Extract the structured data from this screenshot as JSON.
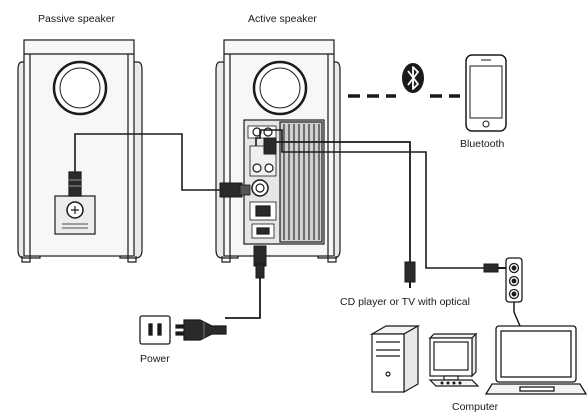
{
  "labels": {
    "passive_speaker": "Passive speaker",
    "active_speaker": "Active speaker",
    "bluetooth": "Bluetooth",
    "cd_player": "CD player or TV with optical",
    "power": "Power",
    "computer": "Computer"
  },
  "icons": {
    "bluetooth": "bluetooth-icon",
    "phone": "smartphone-icon",
    "power_outlet": "power-outlet-icon",
    "power_plug": "power-plug-icon",
    "computer": "desktop-computer-icon",
    "laptop": "laptop-icon"
  },
  "colors": {
    "line": "#1a1a1a",
    "speaker_face": "#f4f4f4",
    "panel": "#e6e6e6",
    "heatsink": "#9a9a9a",
    "screen": "#ffffff"
  }
}
